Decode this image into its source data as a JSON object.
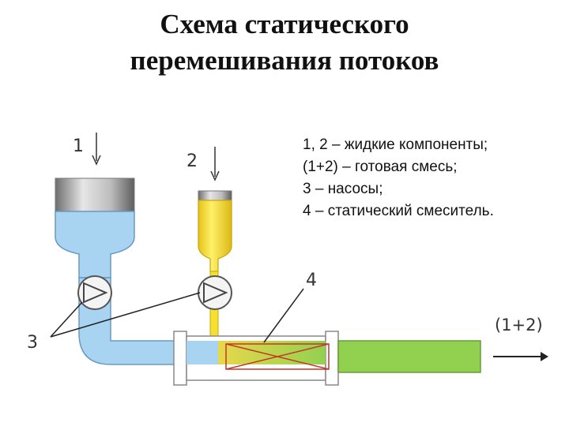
{
  "title": {
    "line1": "Схема статического",
    "line2": "перемешивания потоков"
  },
  "legend": [
    "1, 2 – жидкие компоненты;",
    "(1+2) – готовая смесь;",
    "3 – насосы;",
    "4 – статический смеситель."
  ],
  "labels": {
    "inlet_1": "1",
    "inlet_2": "2",
    "pumps": "3",
    "mixer": "4",
    "output": "(1+2)"
  },
  "colors": {
    "component_1": "#a8d4f2",
    "component_2": "#f5e030",
    "mixture": "#92d050",
    "mixer_hatch": "#c0392b",
    "steel": "#9a9a9a"
  }
}
